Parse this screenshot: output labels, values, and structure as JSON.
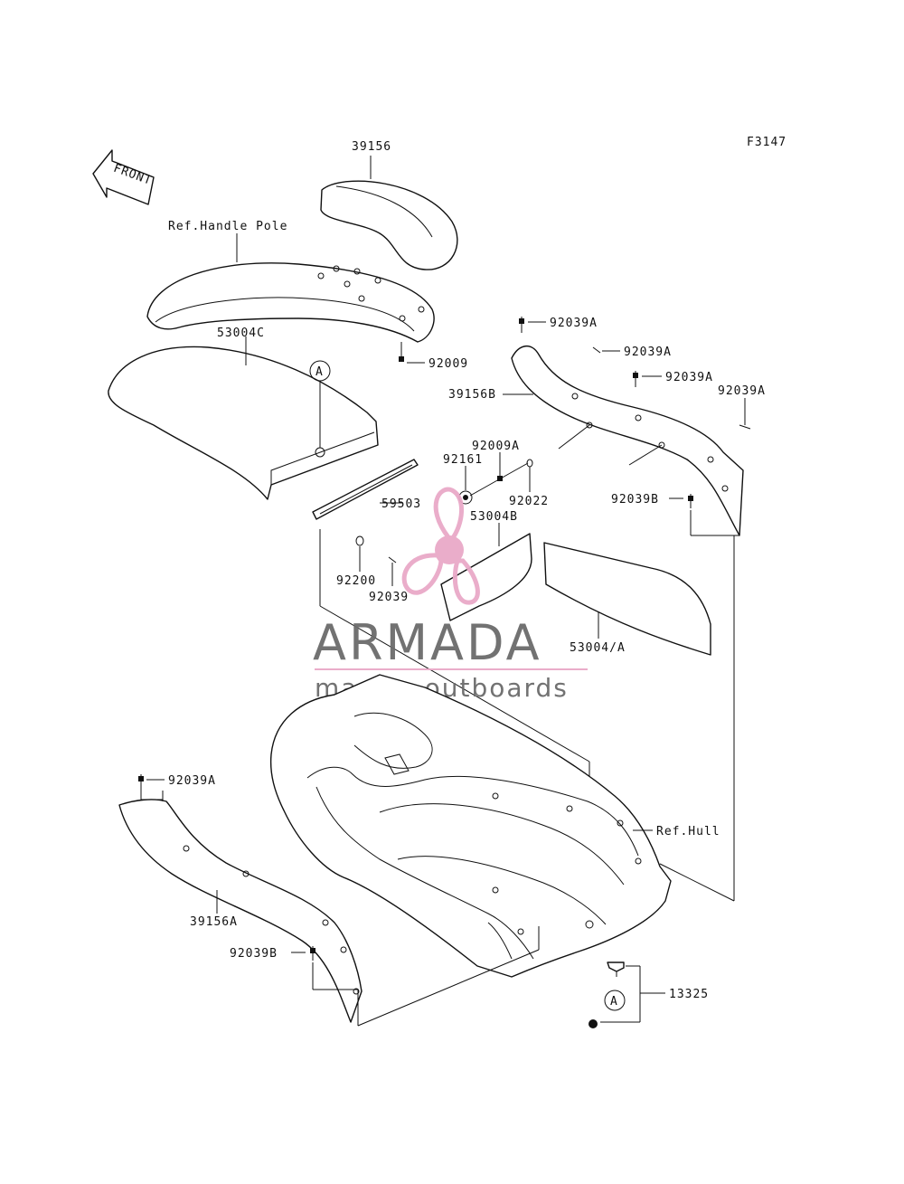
{
  "figure_code": "F3147",
  "front_arrow_text": "FRONT",
  "watermark": {
    "brand": "ARMADA",
    "tagline": "marine outboards",
    "brand_color": "#6b6b6b",
    "accent_color": "#e9a9c8"
  },
  "callouts": {
    "c39156": "39156",
    "ref_handle_pole": "Ref.Handle Pole",
    "c53004C": "53004C",
    "c92009": "92009",
    "c92039A_1": "92039A",
    "c92039A_2": "92039A",
    "c92039A_3": "92039A",
    "c92039A_4": "92039A",
    "c39156B": "39156B",
    "c92009A": "92009A",
    "c92161": "92161",
    "c92022": "92022",
    "c92039B_right": "92039B",
    "c59503": "59503",
    "c53004B": "53004B",
    "c92200": "92200",
    "c92039": "92039",
    "c53004A": "53004/A",
    "ref_hull": "Ref.Hull",
    "c92039A_left": "92039A",
    "c39156A": "39156A",
    "c92039B_left": "92039B",
    "c13325": "13325",
    "marker_a_top": "A",
    "marker_a_bottom": "A"
  }
}
